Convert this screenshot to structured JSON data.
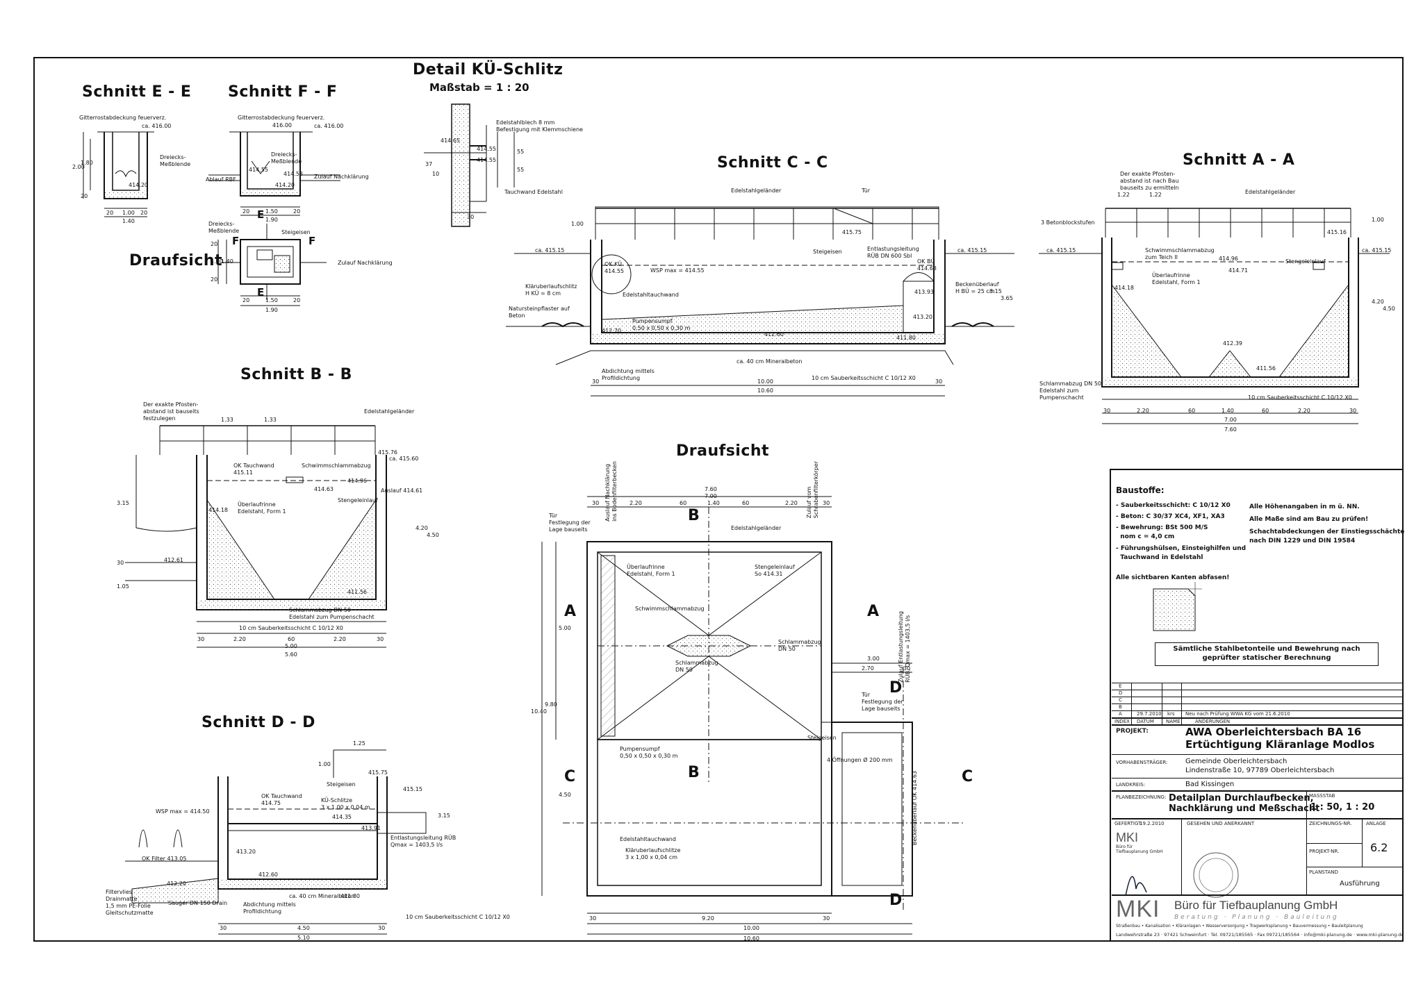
{
  "sections": {
    "ee": "Schnitt E - E",
    "ff": "Schnitt F - F",
    "draufsicht_small": "Draufsicht",
    "detail": "Detail KÜ-Schlitz",
    "detail_scale": "Maßstab = 1 : 20",
    "cc": "Schnitt C - C",
    "aa": "Schnitt A - A",
    "bb": "Schnitt B - B",
    "draufsicht_main": "Draufsicht",
    "dd": "Schnitt D - D"
  },
  "labels": {
    "ee": {
      "grate": "Gitterrostabdeckung feuerverz.",
      "blende": "Dreiecks-\nMeßblende",
      "top": "ca. 416.00",
      "h": "2.00",
      "h2": "1.80",
      "h3": "20",
      "w1": "20",
      "w2": "1.00",
      "w3": "20",
      "wt": "1.40",
      "bottom": "414.20"
    },
    "ff": {
      "grate": "Gitterrostabdeckung feuerverz.",
      "blende": "Dreiecks-\nMeßblende",
      "ablauf": "Ablauf RBF",
      "zulauf": "Zulauf Nachklärung",
      "lvl1": "416.00",
      "lvl2": "ca. 416.00",
      "lvl3": "414.55",
      "lvl4": "414.53",
      "lvl5": "414.20",
      "w1": "20",
      "w2": "1.50",
      "w3": "20",
      "wt": "1.90"
    },
    "ds_small": {
      "blende": "Dreiecks-\nMeßblende",
      "steig": "Steigeisen",
      "zulauf": "Zulauf Nachklärung",
      "w1": "20",
      "w2": "1.50",
      "w3": "20",
      "wt": "1.90",
      "h1": "20",
      "h2": "1.00",
      "h3": "20",
      "ht": "1.40"
    },
    "detail": {
      "blech": "Edelstahlblech 8 mm\nBefestigung mit Klemmschiene",
      "tauch": "Tauchwand Edelstahl",
      "l1": "414.65",
      "l2": "414.55",
      "l3": "414.55",
      "d1": "37",
      "d2": "10",
      "d3": "55",
      "d4": "55",
      "d5": "30"
    },
    "cc": {
      "gelaender": "Edelstahlgeländer",
      "tuer": "Tür",
      "steig": "Steigeisen",
      "entl": "Entlastungsleitung\nRÜB DN 600 Sbl",
      "okku": "OK KÜ\n414.55",
      "okbu": "OK BÜ\n414.63",
      "wsp": "WSP max = 414.55",
      "kue": "Kläruberlaufschlitz\nH KÜ = 8 cm",
      "tauch": "Edelstahltauchwand",
      "pflaster": "Natursteinpflaster auf\nBeton",
      "pumpe": "Pumpensumpf\n0,50 x 0,50 x 0,30 m",
      "abdicht": "Abdichtung mittels\nProfildichtung",
      "mineral": "ca. 40 cm Mineralbeton",
      "sauber": "10 cm Sauberkeitsschicht C 10/12 X0",
      "beckenueb": "Beckenüberlauf\nH BÜ = 25 cm",
      "l1": "ca. 415.15",
      "l2": "ca. 415.15",
      "l3": "415.75",
      "l4": "412.70",
      "l5": "412.60",
      "l6": "411.80",
      "l7": "413.93",
      "l8": "413.20",
      "h1": "1.00",
      "h2": "3.15",
      "h3": "3.65",
      "w1": "30",
      "w2": "10.00",
      "w3": "30",
      "wt": "10.60"
    },
    "aa": {
      "pfosten": "Der exakte Pfosten-\nabstand ist nach Bau\nbauseits zu ermitteln",
      "gelaender": "Edelstahlgeländer",
      "stufen": "3 Betonblockstufen",
      "schwimm": "Schwimmschlammabzug\nzum Teich II",
      "rinne": "Überlaufrinne\nEdelstahl, Form 1",
      "stengel": "Stengeleinlauf",
      "schlamm": "Schlammabzug DN 50\nEdelstahl zum\nPumpenschacht",
      "sauber": "10 cm Sauberkeitsschicht C 10/12 X0",
      "l1": "ca. 415.15",
      "l2": "ca. 415.15",
      "l3": "415.16",
      "l4": "414.96",
      "l5": "414.71",
      "l6": "414.18",
      "l7": "412.39",
      "l8": "411.56",
      "t1": "1.22",
      "t2": "1.22",
      "h1": "1.00",
      "h2": "4.20",
      "h3": "4.50",
      "d1": "30",
      "d2": "2.20",
      "d3": "60",
      "d4": "1.40",
      "d5": "60",
      "d6": "2.20",
      "d7": "30",
      "dm": "7.00",
      "dt": "7.60"
    },
    "bb": {
      "pfosten": "Der exakte Pfosten-\nabstand ist bauseits\nfestzulegen",
      "gelaender": "Edelstahlgeländer",
      "tauch": "OK Tauchwand\n415.11",
      "schwimm": "Schwimmschlammabzug",
      "rinne": "Überlaufrinne\nEdelstahl, Form 1",
      "stengel": "Stengeleinlauf",
      "auslauf": "Auslauf 414.61",
      "schlamm": "Schlammabzug DN 50\nEdelstahl zum Pumpenschacht",
      "sauber": "10 cm Sauberkeitsschicht C 10/12 X0",
      "t1": "1.33",
      "t2": "1.33",
      "l1": "415.76",
      "l2": "ca. 415.60",
      "l3": "414.96",
      "l4": "414.63",
      "l5": "414.18",
      "l6": "412.61",
      "l7": "411.56",
      "h1": "3.15",
      "h2": "4.20",
      "h3": "4.50",
      "h4": "30",
      "h5": "1.05",
      "d1": "30",
      "d2": "2.20",
      "d3": "60",
      "d4": "2.20",
      "d5": "30",
      "dm": "5.00",
      "dt": "5.60"
    },
    "dd": {
      "steig": "Steigeisen",
      "tauch": "OK Tauchwand\n414.75",
      "kue": "KÜ-Schlitze\n3 x 1,00 x 0,04 m",
      "wsp": "WSP max = 414.50",
      "filter": "OK Filter 413.05",
      "entl": "Entlastungsleitung RÜB\nQmax = 1403,5 l/s",
      "abdicht": "Abdichtung mittels\nProfildichtung",
      "mineral": "ca. 40 cm Mineralbeton",
      "sauber": "10 cm Sauberkeitsschicht C 10/12 X0",
      "filterv": "Filtervlies\nDrainmatte\n1,5 mm PE-Folie\nGleitschutzmatte",
      "sauger": "Sauger DN 150 Drain",
      "l1": "415.75",
      "l2": "415.15",
      "l3": "414.35",
      "l4": "413.91",
      "l5": "413.20",
      "l6": "412.60",
      "l7": "411.80",
      "l8": "412.20",
      "t": "1.25",
      "h1": "1.00",
      "h2": "3.15",
      "w1": "30",
      "w2": "4.50",
      "w3": "30",
      "wt": "5.10"
    },
    "main": {
      "gelaender": "Edelstahlgeländer",
      "tuer": "Tür\nFestlegung der\nLage bauseits",
      "tuer2": "Tür\nFestlegung der\nLage bauseits",
      "rinne": "Überlaufrinne\nEdelstahl, Form 1",
      "stengel": "Stengeleinlauf\nSo 414.31",
      "schwimm": "Schwimmschlammabzug",
      "schlamm": "Schlammabzug\nDN 50",
      "schlamm2": "Schlammabzug\nDN 50",
      "pumpe": "Pumpensumpf\n0,50 x 0,50 x 0,30 m",
      "tauch": "Edelstahltauchwand",
      "kue": "Kläruberlaufschlitze\n3 x 1,00 x 0,04 cm",
      "steig": "Steigeisen",
      "oeff": "4 Öffnungen Ø 200 mm",
      "ausl": "Auslauf Nachklärung\nins Bodenfilterbecken",
      "zul": "Zulauf vom\nSchrabenfilterkörper",
      "zulentl": "Zulauf Entlastungsleitung\nRÜB, Qmax = 1403,5 l/s",
      "beckenueb": "Beckenüberlauf OK 414.63",
      "secA": "A",
      "secB": "B",
      "secC": "C",
      "secD": "D",
      "t1": "7.60",
      "t2": "7.00",
      "t3": "30",
      "t4": "2.20",
      "t5": "60",
      "t6": "1.40",
      "t7": "60",
      "t8": "2.20",
      "t9": "30",
      "r1": "3.00",
      "r2": "2.70",
      "r3": "30",
      "v1": "5.00",
      "v2": "9.80",
      "v3": "10.40",
      "v4": "4.50",
      "b1": "9.20",
      "b2": "10.00",
      "b3": "10.60",
      "b4": "30",
      "b5": "30"
    }
  },
  "titleblock": {
    "baustoffe": "Baustoffe:",
    "b1": "- Sauberkeitsschicht: C 10/12 X0",
    "b2": "- Beton: C 30/37 XC4, XF1, XA3",
    "b3": "- Bewehrung: BSt 500 M/S\n  nom c = 4,0 cm",
    "b4": "- Führungshülsen, Einsteighilfen und\n  Tauchwand in Edelstahl",
    "r1": "Alle Höhenangaben in m ü. NN.",
    "r2": "Alle Maße sind am Bau zu prüfen!",
    "r3": "Schachtabdeckungen der Einstiegsschächte\nnach DIN 1229 und DIN 19584",
    "kanten": "Alle sichtbaren Kanten abfasen!",
    "stahl": "Sämtliche Stahlbetonteile und Bewehrung nach\ngeprüfter statischer Berechnung",
    "idx": [
      "E",
      "D",
      "C",
      "B",
      "A"
    ],
    "idx_a_date": "29.7.2010",
    "idx_a_name": "krs",
    "idx_a_text": "Neu nach Prüfung WWA KG vom 21.6.2010",
    "h_index": "INDEX",
    "h_datum": "DATUM",
    "h_name": "NAME",
    "h_aend": "ÄNDERUNGEN",
    "projekt_lbl": "PROJEKT:",
    "projekt1": "AWA Oberleichtersbach BA 16",
    "projekt2": "Ertüchtigung Kläranlage Modlos",
    "vorhaben_lbl": "VORHABENSTRÄGER:",
    "vorhaben": "Gemeinde Oberleichtersbach\nLindenstraße 10, 97789 Oberleichtersbach",
    "landkreis_lbl": "LANDKREIS:",
    "landkreis": "Bad Kissingen",
    "planbez_lbl": "PLANBEZEICHNUNG:",
    "planbez": "Detailplan Durchlaufbecken,\nNachklärung und Meßschacht",
    "massstab_lbl": "MASSSTAB",
    "massstab": "1 : 50, 1 : 20",
    "gefertigt_lbl": "GEFERTIGT:",
    "gefertigt": "19.2.2010",
    "gesehen_lbl": "GESEHEN UND ANERKANNT",
    "zeichn_lbl": "ZEICHNUNGS-NR.",
    "anlage_lbl": "ANLAGE",
    "anlage": "6.2",
    "projnr_lbl": "PROJEKT-NR.",
    "planstand_lbl": "PLANSTAND",
    "planstand": "Ausführung",
    "mki": "MKI",
    "mki_small": "Büro für\nTiefbauplanung GmbH",
    "firma": "Büro für Tiefbauplanung GmbH",
    "claim": "Beratung · Planung · Bauleitung",
    "leist": "Straßenbau • Kanalisation • Kläranlagen • Wasserversorgung • Tragwerksplanung • Bauvermessung • Bauleitplanung",
    "adresse": "Landwehrstraße 23 · 97421 Schweinfurt · Tel. 09721/185565 · Fax 09721/185564 · info@mki-planung.de · www.mki-planung.de"
  }
}
